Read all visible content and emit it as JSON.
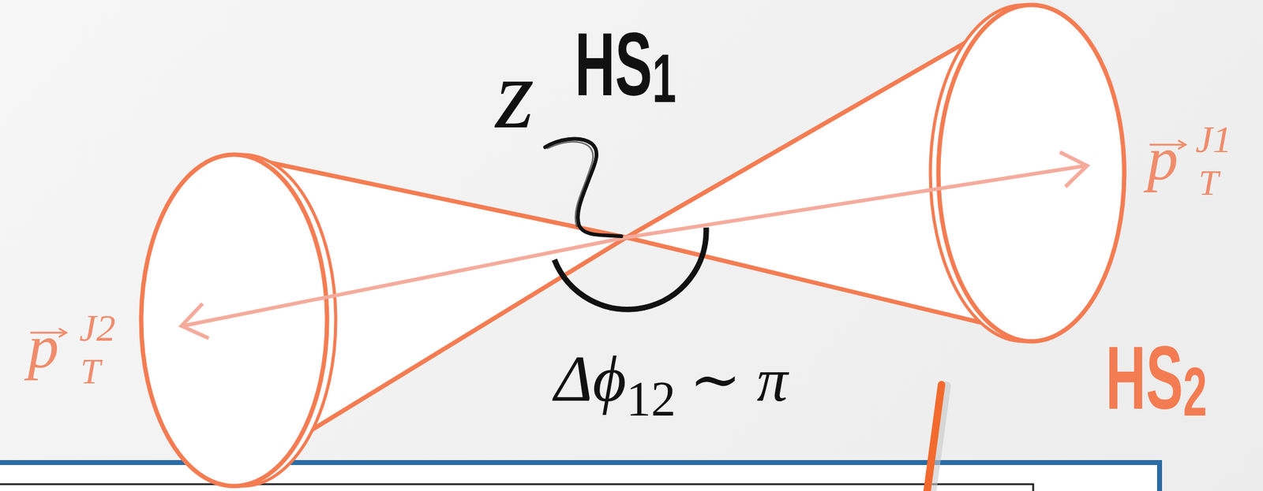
{
  "diagram": {
    "labels": [
      "z",
      "HS",
      "1",
      "HS",
      "2",
      "p",
      "J1",
      "T",
      "p",
      "J2",
      "T",
      "Δϕ",
      "12",
      "∼ π"
    ]
  }
}
